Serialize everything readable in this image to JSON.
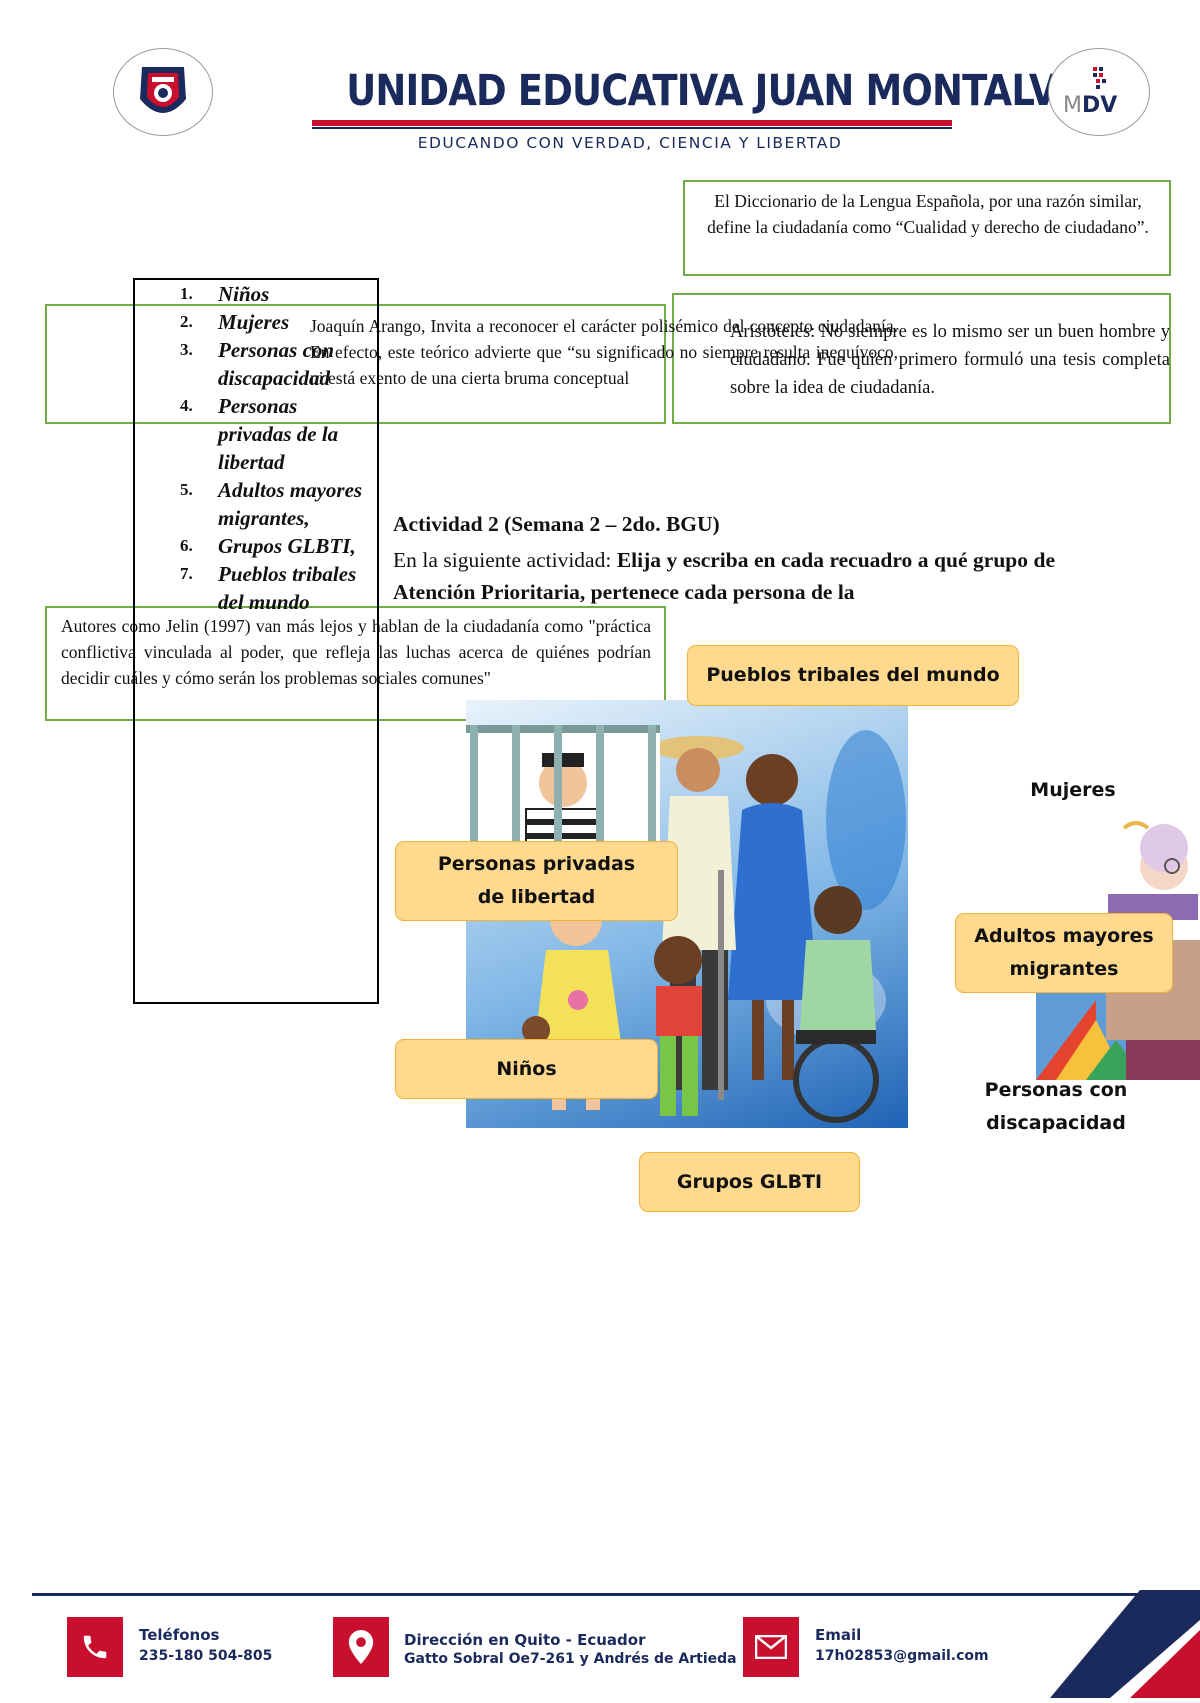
{
  "header": {
    "title": "UNIDAD EDUCATIVA JUAN MONTALVO",
    "motto": "EDUCANDO CON VERDAD, CIENCIA Y LIBERTAD",
    "right_logo_text_m": "M",
    "right_logo_text_dv": "DV"
  },
  "boxes": {
    "diccionario": "El Diccionario de la Lengua Española, por una razón similar, define la ciudadanía como “Cualidad y derecho de ciudadano”.",
    "aristoteles": "Aristóteles: No siempre es lo mismo ser un buen hombre y ciudadano. Fue quien primero formuló una tesis completa sobre la idea de ciudadanía.",
    "arango": "Joaquín Arango, Invita a reconocer el carácter polisémico del concepto ciudadanía. En efecto, este teórico advierte que “su significado no siempre resulta inequívoco, ni está exento de una cierta bruma conceptual",
    "jelin": "Autores como Jelin (1997) van más lejos y hablan de la ciudadanía como \"práctica conflictiva vinculada al poder, que refleja las luchas acerca de quiénes podrían decidir cuáles y cómo serán los problemas sociales comunes\""
  },
  "list": [
    {
      "num": "1.",
      "label": "Niños"
    },
    {
      "num": "2.",
      "label": "Mujeres"
    },
    {
      "num": "3.",
      "label": "Personas con discapacidad"
    },
    {
      "num": "4.",
      "label": "Personas privadas de la libertad"
    },
    {
      "num": "5.",
      "label": "Adultos mayores migrantes,"
    },
    {
      "num": "6.",
      "label": "Grupos GLBTI,"
    },
    {
      "num": "7.",
      "label": "Pueblos tribales del mundo"
    }
  ],
  "activity": {
    "title": "Actividad 2 (Semana 2 – 2do. BGU)",
    "intro": "En la siguiente actividad: ",
    "instruction": "Elija y escriba en cada recuadro a qué grupo de Atención Prioritaria, pertenece cada persona de la"
  },
  "labels": {
    "pueblos": "Pueblos tribales del mundo",
    "privadas": "Personas privadas de libertad",
    "ninos": "Niños",
    "glbti": "Grupos GLBTI",
    "adultos": "Adultos mayores migrantes",
    "mujeres": "Mujeres",
    "discapacidad": "Personas con discapacidad"
  },
  "footer": {
    "phone_title": "Teléfonos",
    "phone_value": "235-180 504-805",
    "address_title": "Dirección en Quito - Ecuador",
    "address_value": "Gatto Sobral Oe7-261 y Andrés de Artieda",
    "email_title": "Email",
    "email_value": "17h02853@gmail.com"
  },
  "colors": {
    "brand_navy": "#1b2a5c",
    "brand_red": "#c8102e",
    "box_green": "#70ad47",
    "label_yellow": "#ffd98e"
  },
  "icons": [
    "school-shield-logo",
    "mdv-logo",
    "phone-icon",
    "location-pin-icon",
    "mail-icon"
  ]
}
